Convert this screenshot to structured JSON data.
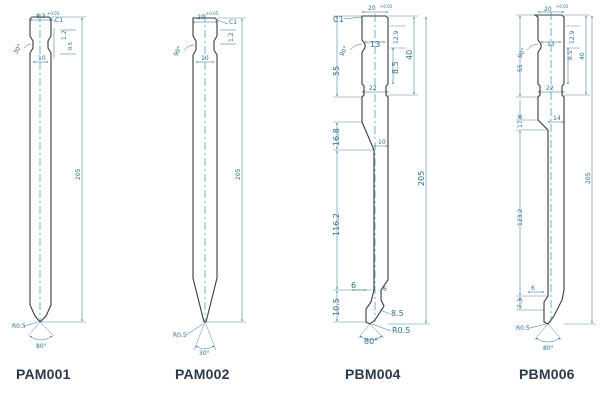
{
  "tools": [
    {
      "id": "PAM001",
      "name": "PAM001",
      "labels": {
        "top_width": "8.3",
        "top_tol": "+0.05",
        "chamfer": "C1",
        "notch_angle": "30°",
        "notch_depth": "1.2",
        "neck_offset": "0.5",
        "inner_width": "10",
        "total_height": "205",
        "tip_radius": "R0.5",
        "tip_angle": "80°"
      }
    },
    {
      "id": "PAM002",
      "name": "PAM002",
      "labels": {
        "top_width": "20",
        "top_tol": "+0.05",
        "chamfer": "C1",
        "notch_angle": "90°",
        "notch_depth": "1.2",
        "inner_width": "10",
        "total_height": "205",
        "tip_radius": "R0.5",
        "tip_angle": "30°"
      }
    },
    {
      "id": "PBM004",
      "name": "PBM004",
      "labels": {
        "top_width": "20",
        "top_tol": "+0.05",
        "chamfer": "C1",
        "notch_angle": "90°",
        "notch_width": "13",
        "notch_depth": "12.9",
        "shoulder": "8.5",
        "upper_height": "40",
        "top_section": "55",
        "mid_width": "22",
        "taper_height": "16.8",
        "blade_width": "10",
        "blade_length": "116.2",
        "total_height": "205",
        "lower_offset": "6",
        "lower_offset_r": "6",
        "lower_height": "10.5",
        "tip_edge": "8.5",
        "tip_radius": "R0.5",
        "tip_angle": "80°"
      }
    },
    {
      "id": "PBM006",
      "name": "PBM006",
      "labels": {
        "top_width": "20",
        "top_tol": "+0.05",
        "notch_angle": "90°",
        "notch_width": "13",
        "notch_depth": "12.9",
        "shoulder": "8.5",
        "upper_height": "40",
        "top_section": "55",
        "mid_width": "22",
        "taper_height": "17.8",
        "blade_width": "14",
        "blade_length": "123.2",
        "total_height": "205",
        "lower_offset": "6",
        "lower_height": "7.3",
        "tip_radius": "R0.5",
        "tip_angle": "80°"
      }
    }
  ],
  "colors": {
    "outline": "#3a3a3a",
    "dimension": "#2a6f8f",
    "centerline": "#2a8fc0",
    "title": "#2a3a4a"
  }
}
